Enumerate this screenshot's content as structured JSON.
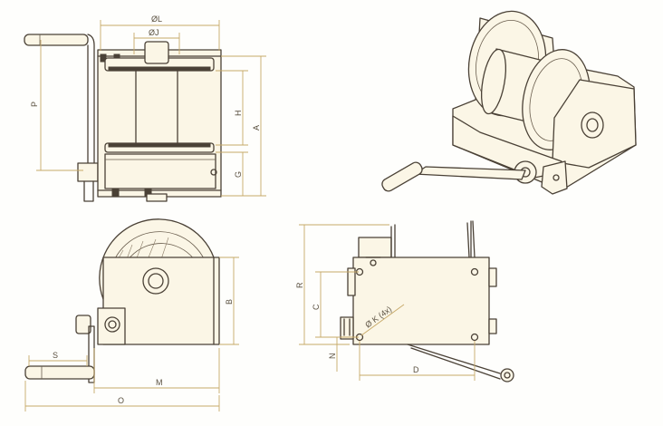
{
  "dimensions": {
    "dia_L": "ØL",
    "dia_J": "ØJ",
    "P": "P",
    "H": "H",
    "A": "A",
    "G": "G",
    "B": "B",
    "S": "S",
    "M": "M",
    "O": "O",
    "R": "R",
    "C": "C",
    "N": "N",
    "D": "D",
    "K": "Ø K (4x)"
  },
  "colors": {
    "outline": "#4a4136",
    "dimension": "#c7a968",
    "fill": "#fbf6e6"
  }
}
